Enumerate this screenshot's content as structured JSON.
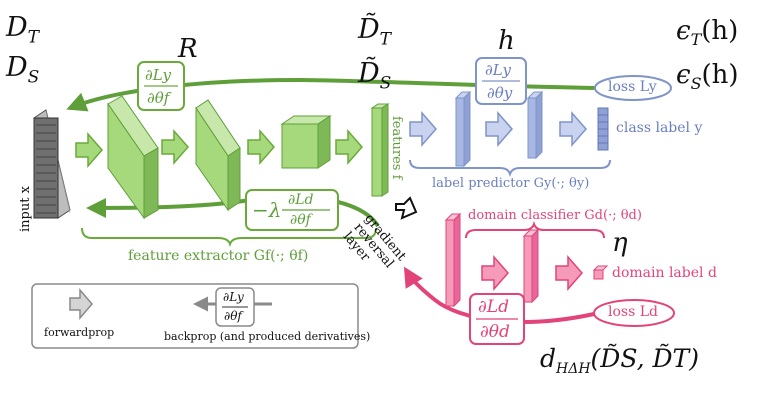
{
  "colors": {
    "green": "#6aaa3a",
    "green_fill": "#a6d97c",
    "green_dark": "#5f9f3a",
    "blue": "#7f94c8",
    "blue_fill": "#a9b7e3",
    "pink": "#e2447a",
    "pink_fill": "#f59ab8",
    "gray": "#8a8a8a",
    "black": "#111111"
  },
  "math": {
    "D_T": "D",
    "D_T_sub": "T",
    "D_S": "D",
    "D_S_sub": "S",
    "R": "R",
    "Dt_T": "D̃",
    "Dt_T_sub": "T",
    "Dt_S": "D̃",
    "Dt_S_sub": "S",
    "h": "h",
    "eps_T": "ϵ",
    "eps_T_sub": "T",
    "eps_T_arg": "(h)",
    "eps_S": "ϵ",
    "eps_S_sub": "S",
    "eps_S_arg": "(h)",
    "eta": "η",
    "d_HdH": "d",
    "d_HdH_sub": "HΔH",
    "d_HdH_arg": "(D̃S, D̃T)"
  },
  "diagram": {
    "input_label": "input x",
    "features_label": "features f",
    "feature_extractor": "feature extractor Gf(·; θf)",
    "label_predictor": "label predictor Gy(·; θy)",
    "domain_classifier": "domain classifier Gd(·; θd)",
    "class_label": "class label y",
    "domain_label": "domain label d",
    "loss_y": "loss Ly",
    "loss_d": "loss Ld",
    "grad_rev_1": "gradient",
    "grad_rev_2": "reversal",
    "grad_rev_3": "layer",
    "dLy_dtf_num": "∂Ly",
    "dLy_dtf_den": "∂θf",
    "dLy_dty_num": "∂Ly",
    "dLy_dty_den": "∂θy",
    "dLd_dtd_num": "∂Ld",
    "dLd_dtd_den": "∂θd",
    "neg_lambda": "−λ",
    "dLd_dtf_num": "∂Ld",
    "dLd_dtf_den": "∂θf"
  },
  "legend": {
    "forwardprop": "forwardprop",
    "backprop": "backprop (and produced derivatives)",
    "deriv_num": "∂Ly",
    "deriv_den": "∂θf"
  }
}
